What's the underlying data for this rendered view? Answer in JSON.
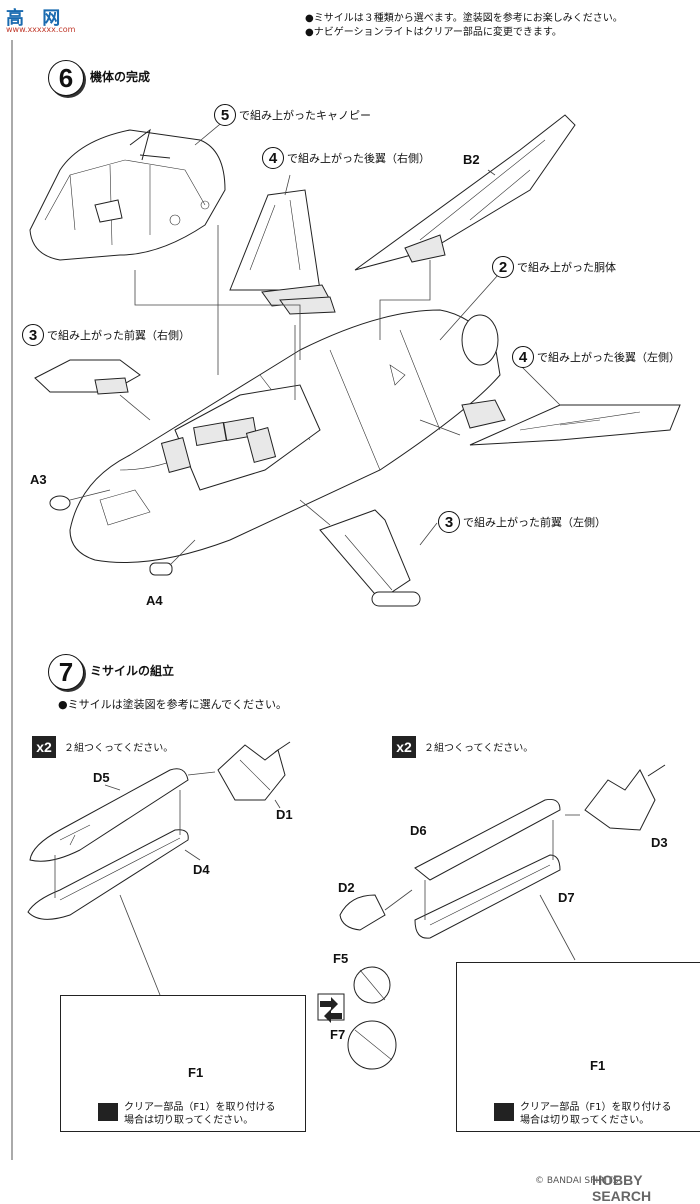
{
  "watermark_top": "高 网",
  "watermark_top_url": "www.xxxxxx.com",
  "notes_top": [
    "●ミサイルは３種類から選べます。塗装図を参考にお楽しみください。",
    "●ナビゲーションライトはクリアー部品に変更できます。"
  ],
  "step6": {
    "number": "6",
    "title": "機体の完成",
    "callouts": {
      "canopy": {
        "num": "5",
        "text": "で組み上がったキャノピー"
      },
      "tail_right": {
        "num": "4",
        "text": "で組み上がった後翼（右側）"
      },
      "fuselage": {
        "num": "2",
        "text": "で組み上がった胴体"
      },
      "front_right": {
        "num": "3",
        "text": "で組み上がった前翼（右側）"
      },
      "tail_left": {
        "num": "4",
        "text": "で組み上がった後翼（左側）"
      },
      "front_left": {
        "num": "3",
        "text": "で組み上がった前翼（左側）"
      }
    },
    "parts": {
      "b2": "B2",
      "a3": "A3",
      "a4": "A4"
    }
  },
  "step7": {
    "number": "7",
    "title": "ミサイルの組立",
    "note": "●ミサイルは塗装図を参考に選んでください。",
    "left": {
      "multiplier": "x2",
      "text": "２組つくってください。",
      "parts": {
        "d5": "D5",
        "d1": "D1",
        "d4": "D4",
        "f1": "F1"
      },
      "cut_note": [
        "クリアー部品（F1）を取り付ける",
        "場合は切り取ってください。"
      ]
    },
    "right": {
      "multiplier": "x2",
      "text": "２組つくってください。",
      "parts": {
        "d6": "D6",
        "d3": "D3",
        "d2": "D2",
        "d7": "D7",
        "f5": "F5",
        "f7": "F7",
        "f1": "F1"
      },
      "cut_note": [
        "クリアー部品（F1）を取り付ける",
        "場合は切り取ってください。"
      ]
    }
  },
  "footer": {
    "copyright": "© BANDAI SPIRITS",
    "brand": "HOBBY SEARCH"
  }
}
